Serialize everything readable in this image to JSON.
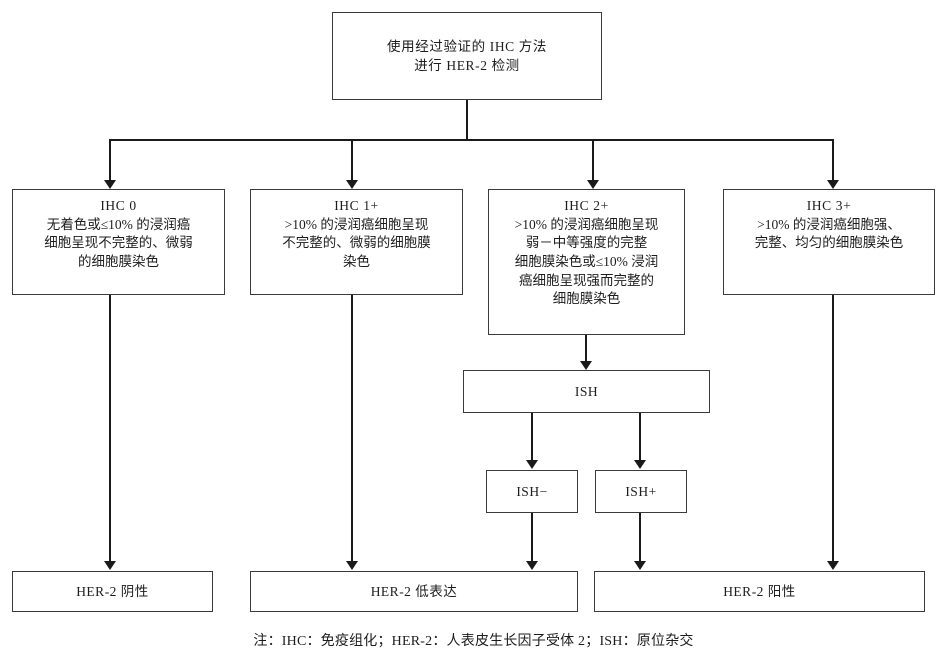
{
  "diagram": {
    "title_flow": "HER-2 detection algorithm flowchart",
    "root": {
      "line1": "使用经过验证的 IHC 方法",
      "line2": "进行 HER-2 检测"
    },
    "ihc_boxes": [
      {
        "title": "IHC 0",
        "lines": [
          "无着色或≤10% 的浸润癌",
          "细胞呈现不完整的、微弱",
          "的细胞膜染色"
        ]
      },
      {
        "title": "IHC 1+",
        "lines": [
          ">10% 的浸润癌细胞呈现",
          "不完整的、微弱的细胞膜",
          "染色"
        ]
      },
      {
        "title": "IHC 2+",
        "lines": [
          ">10% 的浸润癌细胞呈现",
          "弱－中等强度的完整",
          "细胞膜染色或≤10% 浸润",
          "癌细胞呈现强而完整的",
          "细胞膜染色"
        ]
      },
      {
        "title": "IHC 3+",
        "lines": [
          ">10% 的浸润癌细胞强、",
          "完整、均匀的细胞膜染色"
        ]
      }
    ],
    "ish_box": {
      "label": "ISH"
    },
    "ish_results": [
      {
        "label": "ISH−"
      },
      {
        "label": "ISH+"
      }
    ],
    "outcomes": [
      {
        "label": "HER-2 阴性"
      },
      {
        "label": "HER-2 低表达"
      },
      {
        "label": "HER-2 阳性"
      }
    ],
    "footnote": "注：IHC：免疫组化；HER-2：人表皮生长因子受体 2；ISH：原位杂交",
    "colors": {
      "box_border": "#3a3a3a",
      "connector": "#1a1a1a",
      "background": "#ffffff",
      "text": "#1c1c1c"
    }
  }
}
